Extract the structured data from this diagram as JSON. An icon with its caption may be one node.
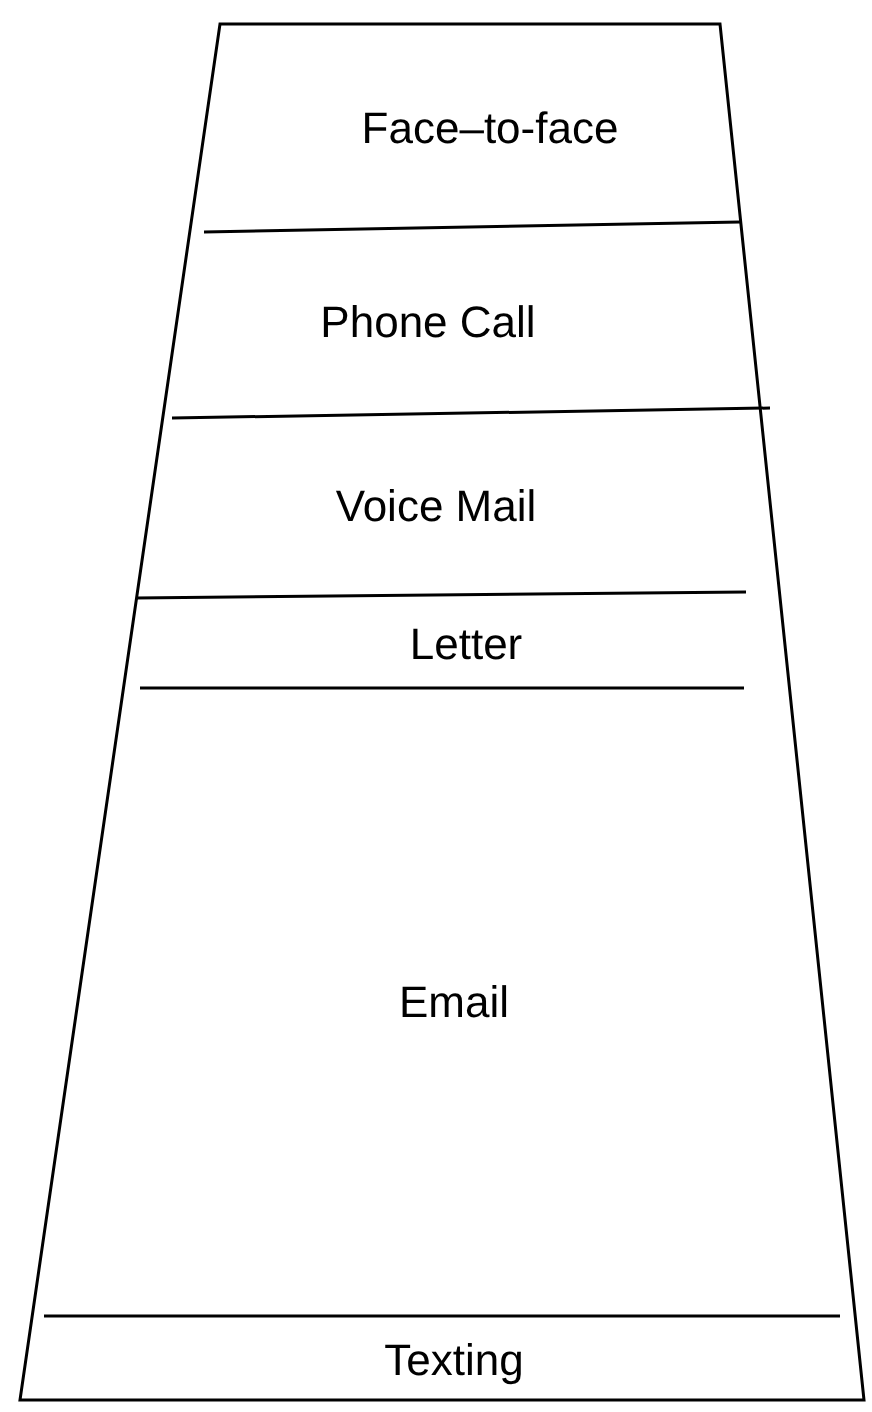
{
  "diagram": {
    "nodes": [
      {
        "text": [
          "Face–to-face"
        ]
      },
      {
        "text": [
          "Phone Call"
        ]
      },
      {
        "text": [
          "Voice Mail"
        ]
      },
      {
        "text": [
          "Letter"
        ]
      },
      {
        "text": [
          "Email"
        ]
      },
      {
        "text": [
          "Texting"
        ]
      }
    ]
  }
}
